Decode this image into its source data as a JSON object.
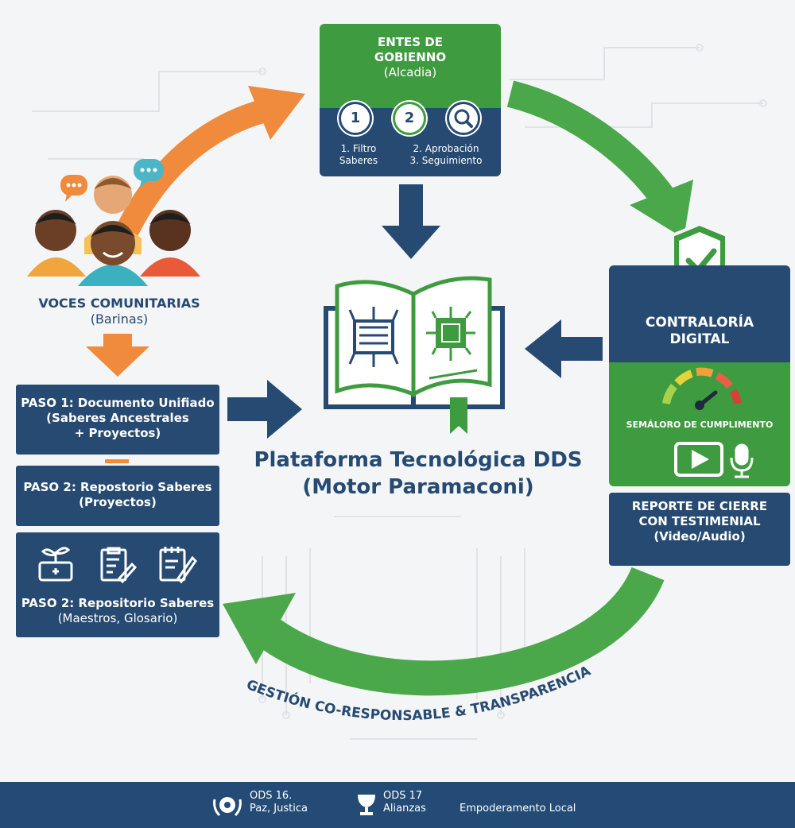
{
  "government": {
    "title_line1": "ENTES DE",
    "title_line2": "GOBIENNO",
    "subtitle": "(Alcadia)",
    "step_badges": [
      "1",
      "2"
    ],
    "step1_line1": "1. Filtro",
    "step1_line2": "Saberes",
    "step2_line1": "2. Aprobación",
    "step2_line2": "3. Seguimiento",
    "icon": "search-icon"
  },
  "community": {
    "title": "VOCES COMUNITARIAS",
    "subtitle": "(Barinas)"
  },
  "center": {
    "title_line1": "Plataforma Tecnológica DDS",
    "title_line2": "(Motor Paramaconi)"
  },
  "contraloria": {
    "title_line1": "CONTRALORÍA",
    "title_line2": "DIGITAL",
    "gauge_label": "SEMÁLORO DE CUMPLIMENTO"
  },
  "report": {
    "line1": "REPORTE DE CIERRE",
    "line2": "CON TESTIMENIAL",
    "line3": "(Video/Audio)"
  },
  "steps": {
    "paso1_line1": "PASO 1: Documento Unifiado",
    "paso1_line2": "(Saberes Ancestrales",
    "paso1_line3": "+ Proyectos)",
    "paso2a_line1": "PASO 2: Repostorio Saberes",
    "paso2a_line2": "(Proyectos)",
    "paso2b_line1": "PASO 2: Repositorio Saberes",
    "paso2b_line2": "(Maestros, Glosario)"
  },
  "cycle_label": "GESTIÓN CO-RESPONSABLE & TRANSPARENCIA",
  "footer": {
    "ods16_line1": "ODS 16.",
    "ods16_line2": "Paz, Justica",
    "ods17_line1": "ODS 17",
    "ods17_line2": "Alianzas",
    "empowerment": "Empoderamento Local"
  },
  "colors": {
    "navy": "#264a72",
    "green": "#3f9b3f",
    "orange": "#f08a3c",
    "background": "#f4f5f6"
  }
}
